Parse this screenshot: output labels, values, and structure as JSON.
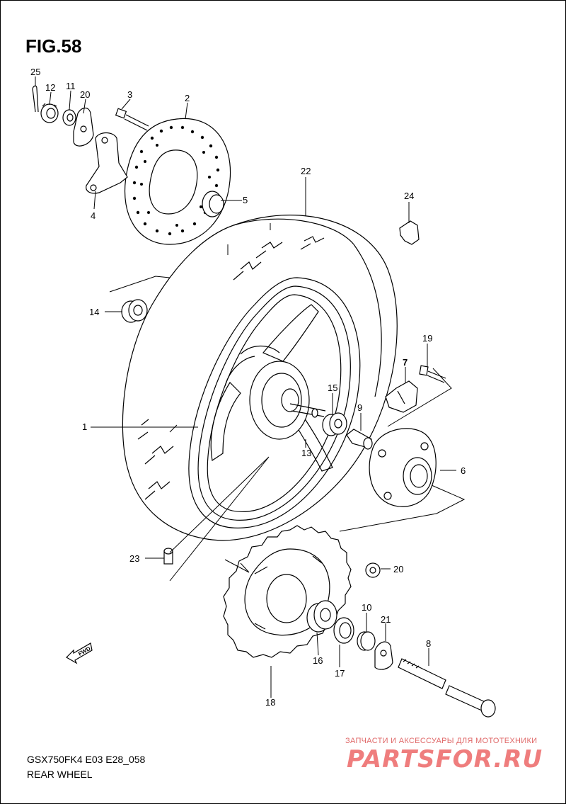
{
  "figure": {
    "title": "FIG.58",
    "model_code": "GSX750FK4 E03 E28_058",
    "section_title": "REAR WHEEL"
  },
  "watermark": {
    "tagline": "ЗАПЧАСТИ И АКСЕССУАРЫ ДЛЯ МОТОТЕХНИКИ",
    "logo": "PARTSFOR.RU"
  },
  "fwd_marker": "FWD",
  "part_numbers": {
    "p1": "1",
    "p2": "2",
    "p3": "3",
    "p4": "4",
    "p5": "5",
    "p6": "6",
    "p7": "7",
    "p8": "8",
    "p9": "9",
    "p10": "10",
    "p11": "11",
    "p12": "12",
    "p13": "13",
    "p14": "14",
    "p15": "15",
    "p16": "16",
    "p17": "17",
    "p18": "18",
    "p19": "19",
    "p20a": "20",
    "p20b": "20",
    "p21": "21",
    "p22": "22",
    "p23": "23",
    "p24": "24",
    "p25": "25"
  }
}
